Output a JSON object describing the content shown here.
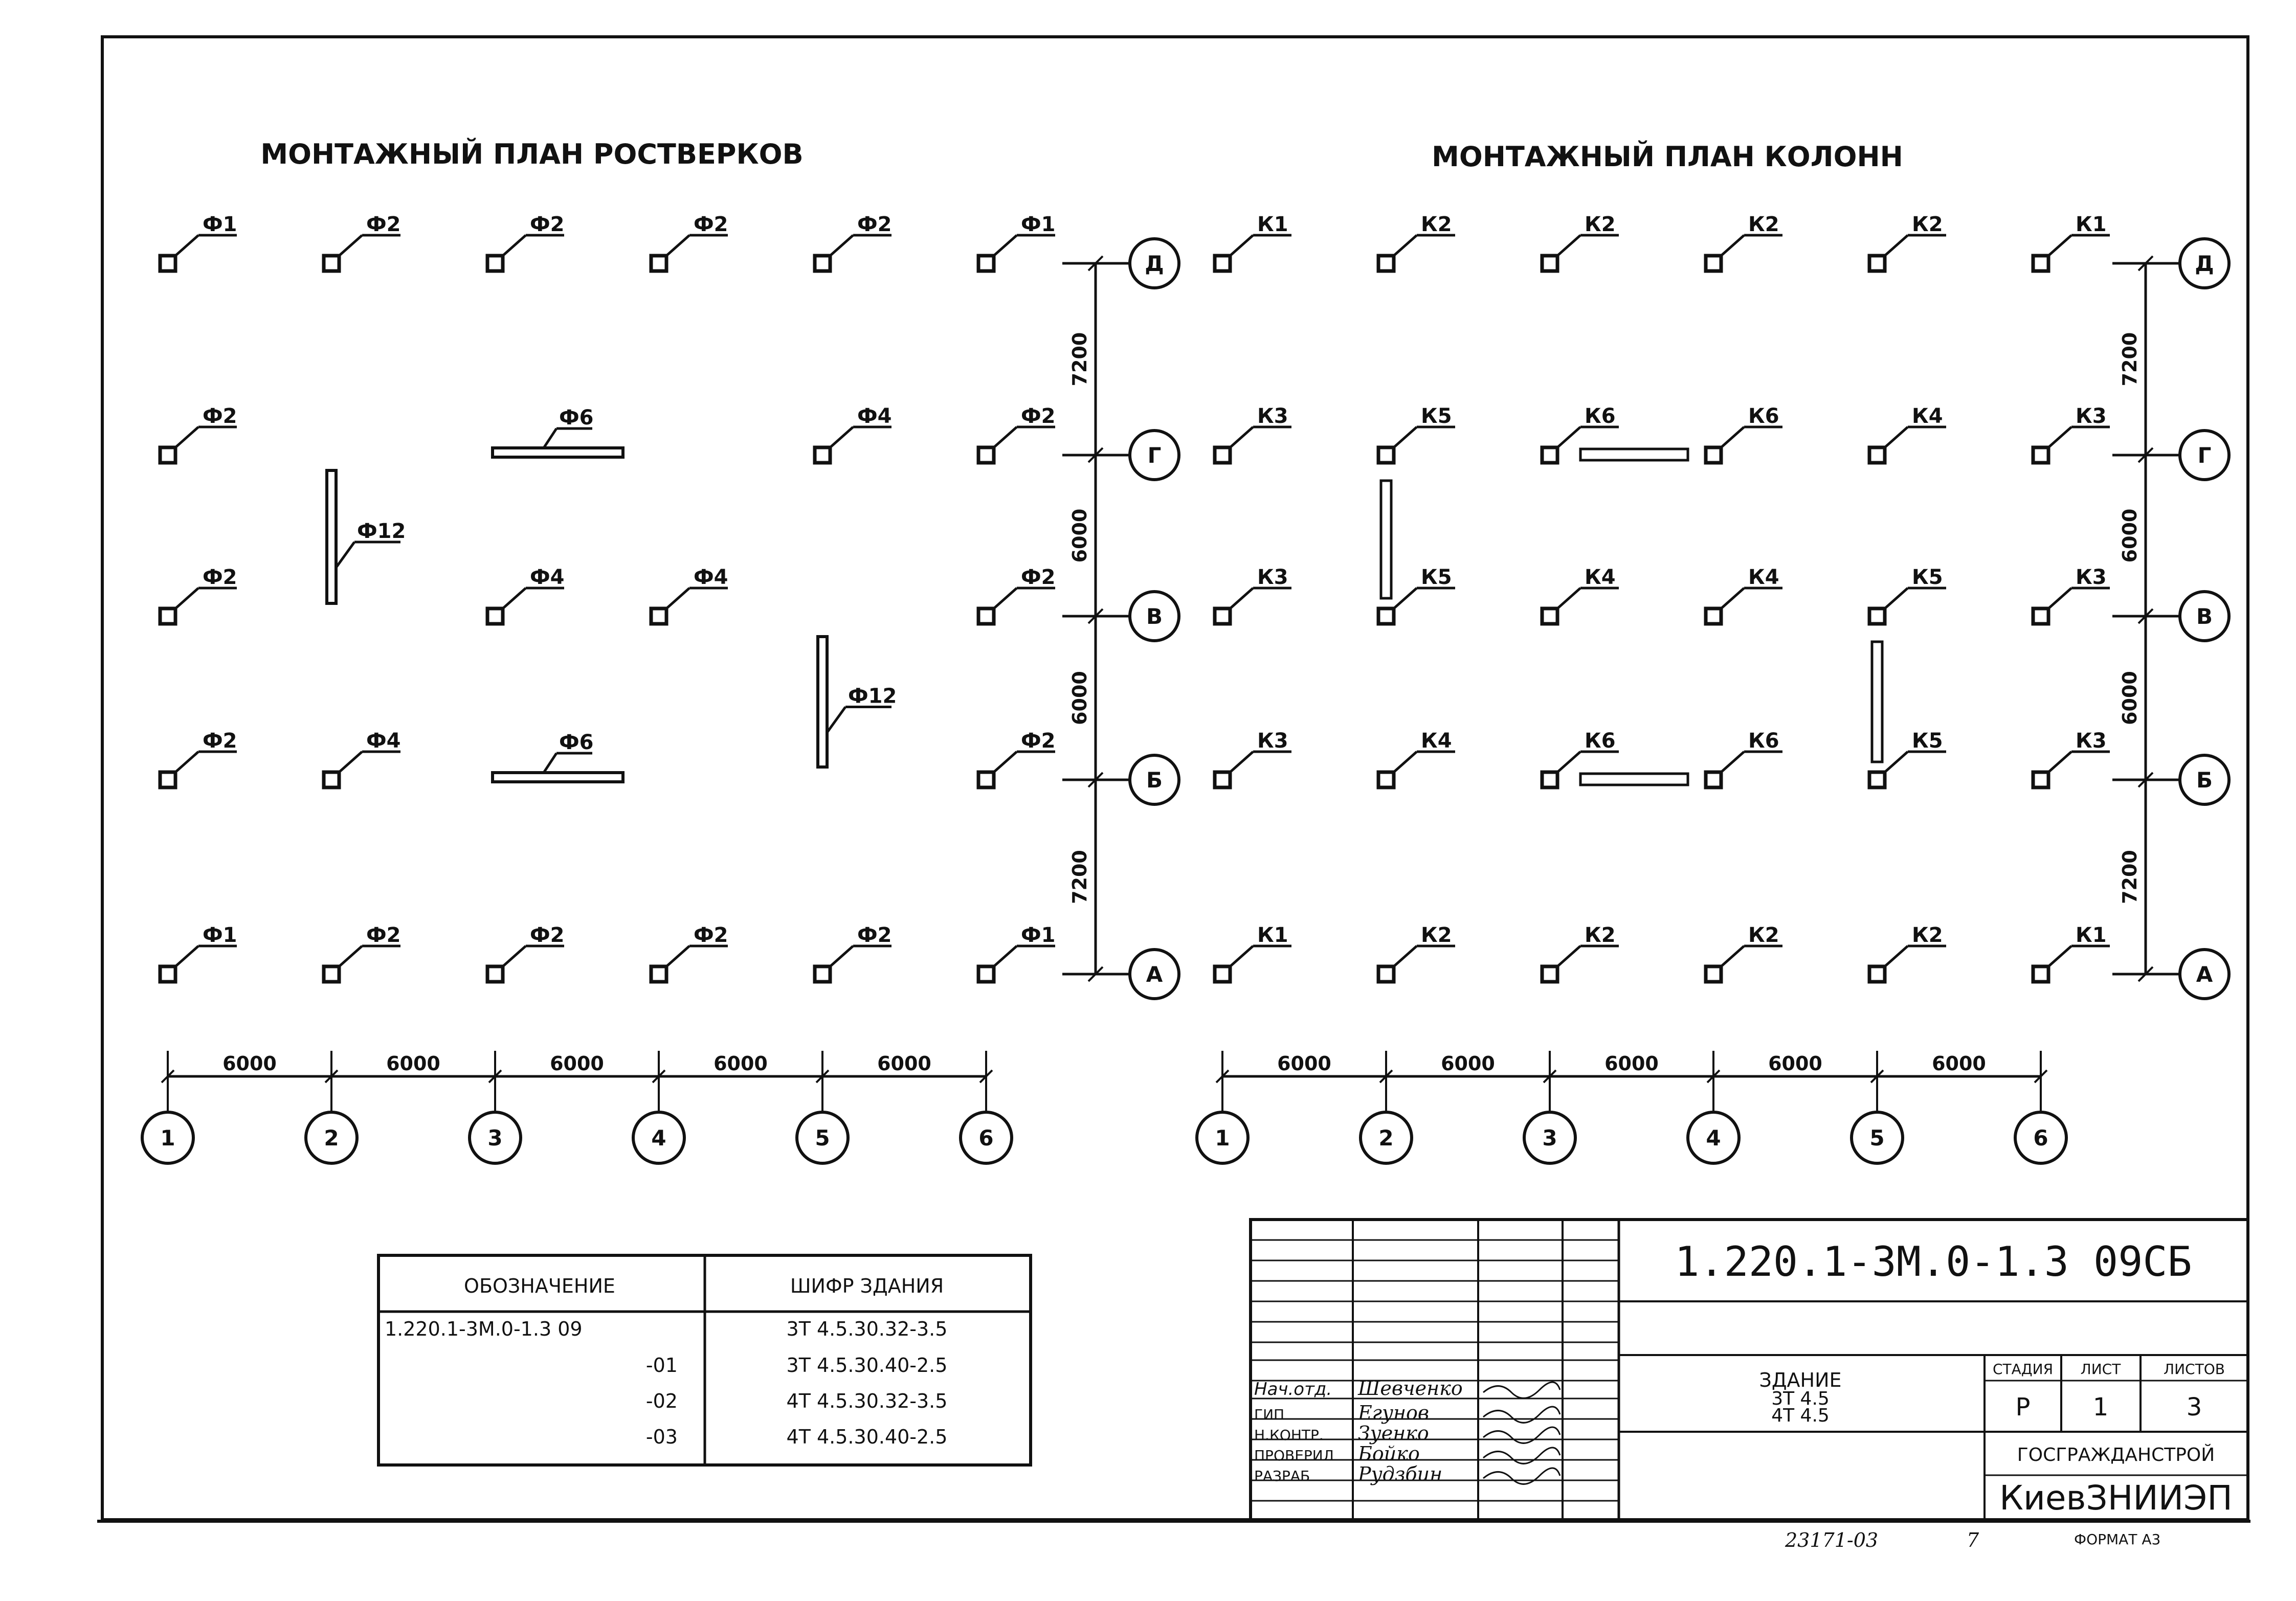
{
  "plans": {
    "left_title": "МОНТАЖНЫЙ ПЛАН РОСТВЕРКОВ",
    "right_title": "МОНТАЖНЫЙ ПЛАН КОЛОНН"
  },
  "grid": {
    "columns": [
      "1",
      "2",
      "3",
      "4",
      "5",
      "6"
    ],
    "rows": [
      "Д",
      "Г",
      "В",
      "Б",
      "А"
    ],
    "col_spacings": [
      "6000",
      "6000",
      "6000",
      "6000",
      "6000"
    ],
    "row_spacings": [
      "7200",
      "6000",
      "6000",
      "7200"
    ]
  },
  "left_marks": {
    "row_D": [
      "Ф1",
      "Ф2",
      "Ф2",
      "Ф2",
      "Ф2",
      "Ф1"
    ],
    "row_G": [
      "Ф2",
      "Ф6",
      "Ф4",
      "Ф2"
    ],
    "row_V": [
      "Ф2",
      "Ф4",
      "Ф4",
      "Ф2"
    ],
    "row_B": [
      "Ф2",
      "Ф4",
      "Ф6",
      "Ф2"
    ],
    "row_A": [
      "Ф1",
      "Ф2",
      "Ф2",
      "Ф2",
      "Ф2",
      "Ф1"
    ],
    "long_vertical": [
      "Ф12",
      "Ф12"
    ]
  },
  "right_marks": {
    "row_D": [
      "К1",
      "К2",
      "К2",
      "К2",
      "К2",
      "К1"
    ],
    "row_G": [
      "К3",
      "К5",
      "К6",
      "К6",
      "К4",
      "К3"
    ],
    "row_V": [
      "К3",
      "К5",
      "К4",
      "К4",
      "К5",
      "К3"
    ],
    "row_B": [
      "К3",
      "К4",
      "К6",
      "К6",
      "К5",
      "К3"
    ],
    "row_A": [
      "К1",
      "К2",
      "К2",
      "К2",
      "К2",
      "К1"
    ]
  },
  "spec_table": {
    "headers": [
      "ОБОЗНАЧЕНИЕ",
      "ШИФР ЗДАНИЯ"
    ],
    "rows": [
      {
        "designation": "1.220.1-3М.0-1.3  09",
        "code": "3Т 4.5.30.32-3.5"
      },
      {
        "designation": "-01",
        "code": "3Т 4.5.30.40-2.5"
      },
      {
        "designation": "-02",
        "code": "4Т 4.5.30.32-3.5"
      },
      {
        "designation": "-03",
        "code": "4Т 4.5.30.40-2.5"
      }
    ]
  },
  "title_block": {
    "doc_code": "1.220.1-3М.0-1.3 09СБ",
    "building_label": "ЗДАНИЕ",
    "building_types": [
      "3Т 4.5",
      "4Т 4.5"
    ],
    "stage_header": "СТАДИЯ",
    "sheet_header": "ЛИСТ",
    "sheets_header": "ЛИСТОВ",
    "stage": "Р",
    "sheet": "1",
    "sheets": "3",
    "org1": "ГОСГРАЖДАНСТРОЙ",
    "org2": "КиевЗНИИЭП",
    "roles": [
      {
        "role": "Нач.отд.",
        "name": "Шевченко"
      },
      {
        "role": "ГИП",
        "name": "Егунов"
      },
      {
        "role": "Н.КОНТР.",
        "name": "Зуенко"
      },
      {
        "role": "ПРОВЕРИЛ",
        "name": "Бойко"
      },
      {
        "role": "РАЗРАБ",
        "name": "Рудзбин"
      }
    ]
  },
  "footer": {
    "inventory": "23171-03",
    "page": "7",
    "format": "ФОРМАТ А3"
  }
}
